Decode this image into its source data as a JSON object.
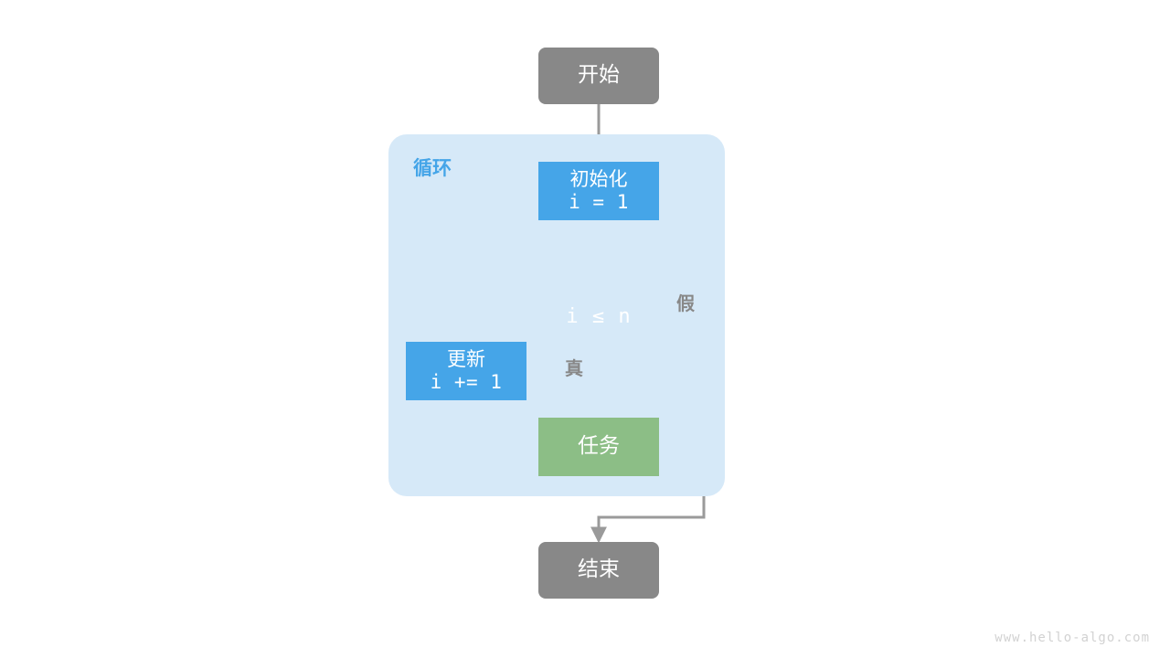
{
  "diagram": {
    "title_watermark": "www.hello-algo.com",
    "colors": {
      "terminal": "#888888",
      "process_blue": "#45A5E8",
      "process_green": "#8CBE86",
      "loop_container": "#D6E9F8",
      "connector": "#9A9A9A",
      "label_gray": "#888888",
      "watermark": "#D2D2D2",
      "node_text": "#FFFFFF"
    },
    "loop_container": {
      "label": "循环"
    },
    "nodes": {
      "start": {
        "label": "开始",
        "shape": "terminal"
      },
      "init": {
        "label": "初始化",
        "expression": "i = 1",
        "shape": "process"
      },
      "decision": {
        "expression": "i ≤ n",
        "shape": "decision"
      },
      "task": {
        "label": "任务",
        "shape": "process"
      },
      "update": {
        "label": "更新",
        "expression": "i += 1",
        "shape": "process"
      },
      "end": {
        "label": "结束",
        "shape": "terminal"
      }
    },
    "edge_labels": {
      "true_branch": "真",
      "false_branch": "假"
    }
  }
}
